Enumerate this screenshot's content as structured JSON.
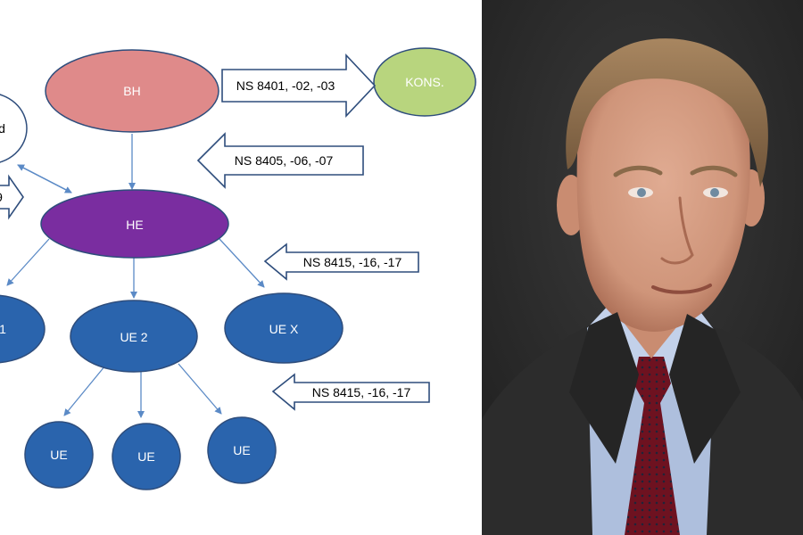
{
  "diagram": {
    "nodes": {
      "bh": "BH",
      "kons": "KONS.",
      "partial_top": "d",
      "he": "HE",
      "ue_left_partial": "1",
      "ue2": "UE 2",
      "uex": "UE X",
      "ue_a": "UE",
      "ue_b": "UE",
      "ue_c": "UE"
    },
    "arrows": {
      "a1": "NS 8401, -02, -03",
      "a2": "NS 8405, -06, -07",
      "a3": "NS 8415, -16, -17",
      "a4": "NS 8415, -16, -17",
      "partial_left": "9"
    },
    "colors": {
      "bh_fill": "#df8a8a",
      "kons_fill": "#b8d57e",
      "he_fill": "#7a2da0",
      "ue_fill": "#2a64ad",
      "line": "#5b8ac6",
      "outline": "#2e4d7c"
    }
  },
  "photo": {
    "icon": "person-portrait-photo",
    "colors": {
      "background": "#2b2b2b",
      "jacket": "#2c2c2c",
      "shirt": "#aebfdd",
      "tie": "#6e1220",
      "skin": "#d49a80",
      "hair": "#8a6a4a"
    }
  }
}
